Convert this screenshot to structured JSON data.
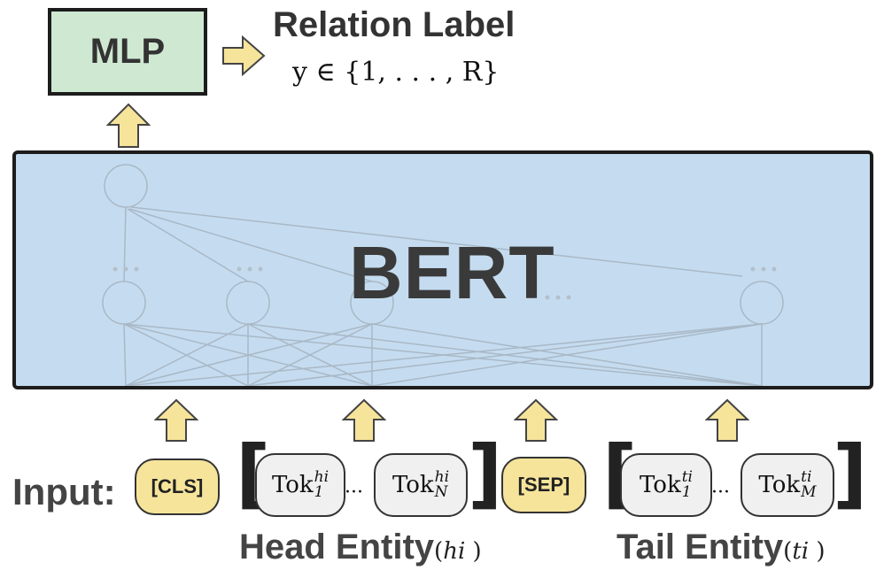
{
  "mlp": {
    "label": "MLP"
  },
  "relation": {
    "title": "Relation Label",
    "formula": "y ∈ {1, . . . , R}"
  },
  "bert": {
    "label": "BERT"
  },
  "input": {
    "label": "Input:",
    "cls": "[CLS]",
    "sep": "[SEP]",
    "dots": "···",
    "head_tokens": [
      {
        "base": "Tok",
        "sub": "1",
        "sup": "hi"
      },
      {
        "base": "Tok",
        "sub": "N",
        "sup": "hi"
      }
    ],
    "tail_tokens": [
      {
        "base": "Tok",
        "sub": "1",
        "sup": "ti"
      },
      {
        "base": "Tok",
        "sub": "M",
        "sup": "ti"
      }
    ]
  },
  "head_entity": {
    "label": "Head Entity",
    "var": "hi"
  },
  "tail_entity": {
    "label": "Tail Entity",
    "var": "ti"
  },
  "colors": {
    "arrow_fill": "#f6e49b",
    "bert_fill": "#c5dcf0",
    "mlp_fill": "#cfe8d2",
    "token_fill": "#f0f0f0",
    "special_fill": "#f6e49b"
  }
}
